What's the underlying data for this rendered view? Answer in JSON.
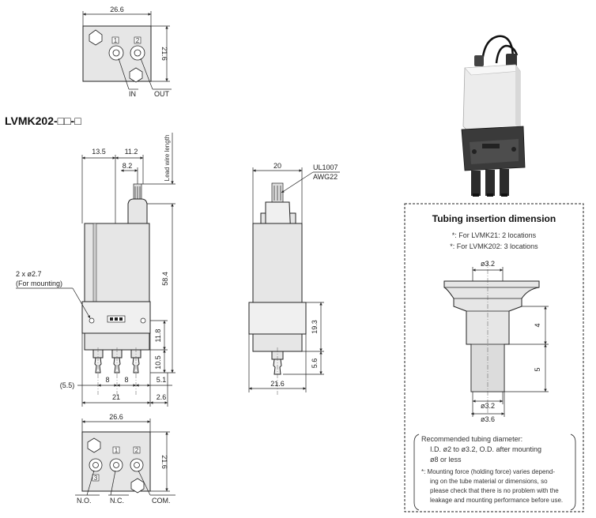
{
  "model_title": "LVMK202-□□-□",
  "top_view": {
    "width_dim": "26.6",
    "height_dim": "21.6",
    "port1": "1",
    "port2": "2",
    "label_in": "IN",
    "label_out": "OUT"
  },
  "front_view": {
    "dim_13_5": "13.5",
    "dim_11_2": "11.2",
    "dim_8_2": "8.2",
    "lead_wire": "Lead wire length",
    "mount_hole": "2 x ø2.7",
    "mount_note": "(For mounting)",
    "dim_58_4": "58.4",
    "dim_11_8": "11.8",
    "dim_10_5": "10.5",
    "dim_5_5": "(5.5)",
    "dim_8a": "8",
    "dim_8b": "8",
    "dim_5_1": "5.1",
    "dim_21": "21",
    "dim_2_6": "2.6"
  },
  "side_view": {
    "dim_20": "20",
    "wire_type": "UL1007",
    "wire_gauge": "AWG22",
    "dim_19_3": "19.3",
    "dim_5_6": "5.6",
    "dim_21_6": "21.6"
  },
  "bottom_view": {
    "width_dim": "26.6",
    "height_dim": "21.6",
    "port1": "1",
    "port2": "2",
    "port3": "3",
    "label_no": "N.O.",
    "label_nc": "N.C.",
    "label_com": "COM."
  },
  "tubing_box": {
    "title": "Tubing insertion dimension",
    "note1": "*: For LVMK21: 2 locations",
    "note2": "*: For LVMK202: 3 locations",
    "dim_top": "ø3.2",
    "dim_4": "4",
    "dim_5": "5",
    "dim_mid": "ø3.2",
    "dim_bottom": "ø3.6"
  },
  "recommend": {
    "line1": "Recommended tubing diameter:",
    "line2": "I.D. ø2 to ø3.2, O.D. after mounting",
    "line3": "ø8 or less",
    "line4": "*: Mounting force (holding force) varies depend-",
    "line5": "ing on the tube material or dimensions, so",
    "line6": "please check that there is no problem with the",
    "line7": "leakage and mounting performance before use."
  }
}
